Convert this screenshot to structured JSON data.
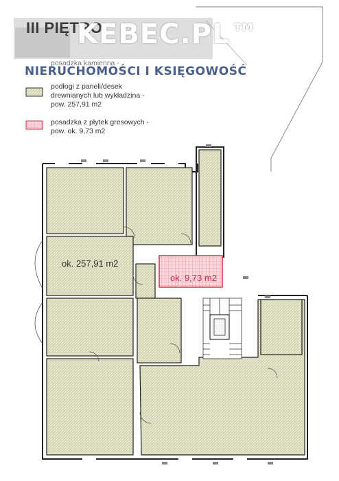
{
  "header": {
    "floor_title": "III PIĘTRO"
  },
  "legend": {
    "item_top_partial": "posadzka kamienna -",
    "item_wood_line1": "podłogi z paneli/desek",
    "item_wood_line2": "drewnianych lub wykładzina -",
    "item_wood_line3": "pow. 257,91 m2",
    "item_tile_line1": "posadzka z płytek gresowych -",
    "item_tile_line2": "pow. ok. 9,73 m2",
    "colors": {
      "wood_fill": "#dcdcb0",
      "tile_fill": "#f6c8cf",
      "tile_border": "#d9304a"
    }
  },
  "watermark": {
    "brand_name": "KEBEC.PL™",
    "brand_tagline": "NIERUCHOMOŚCI I KSIĘGOWOŚĆ"
  },
  "plan": {
    "area_wood": "ok. 257,91 m2",
    "area_tile": "ok. 9,73 m2"
  }
}
